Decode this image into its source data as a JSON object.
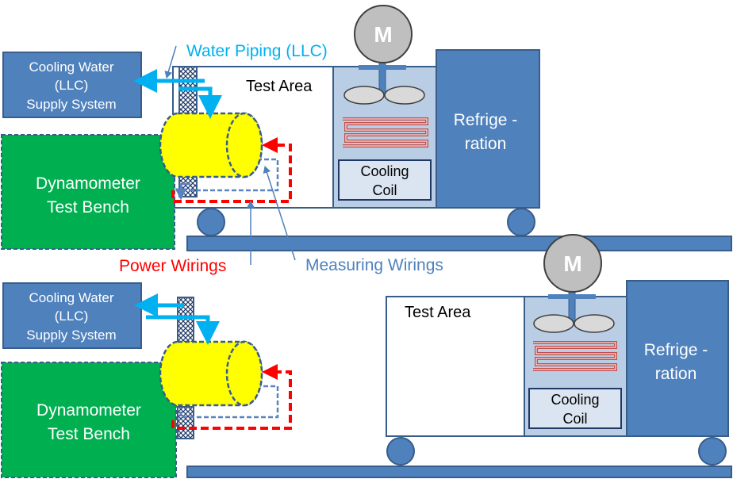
{
  "labels": {
    "water_piping": "Water Piping (LLC)",
    "power_wirings": "Power Wirings",
    "measuring_wirings": "Measuring Wirings"
  },
  "top": {
    "cooling_water": {
      "line1": "Cooling Water",
      "line2": "(LLC)",
      "line3": "Supply System"
    },
    "dynamometer": {
      "line1": "Dynamometer",
      "line2": "Test Bench"
    },
    "test_area": "Test Area",
    "motor": "M",
    "cooling_coil": {
      "line1": "Cooling",
      "line2": "Coil"
    },
    "refrigeration": {
      "line1": "Refrige -",
      "line2": "ration"
    }
  },
  "bottom": {
    "cooling_water": {
      "line1": "Cooling Water",
      "line2": "(LLC)",
      "line3": "Supply System"
    },
    "dynamometer": {
      "line1": "Dynamometer",
      "line2": "Test Bench"
    },
    "test_area": "Test Area",
    "motor": "M",
    "cooling_coil": {
      "line1": "Cooling",
      "line2": "Coil"
    },
    "refrigeration": {
      "line1": "Refrige -",
      "line2": "ration"
    }
  },
  "colors": {
    "blue_box": "#4f81bd",
    "blue_border": "#385d8a",
    "green_box": "#00b050",
    "yellow_motor": "#ffff00",
    "cooling_chamber": "#b9cde5",
    "red_wire": "#ff0000",
    "water_arrow": "#00b0f0",
    "measuring_text": "#4f81bd",
    "coil": "#c0504d",
    "fan": "#d9d9d9"
  }
}
